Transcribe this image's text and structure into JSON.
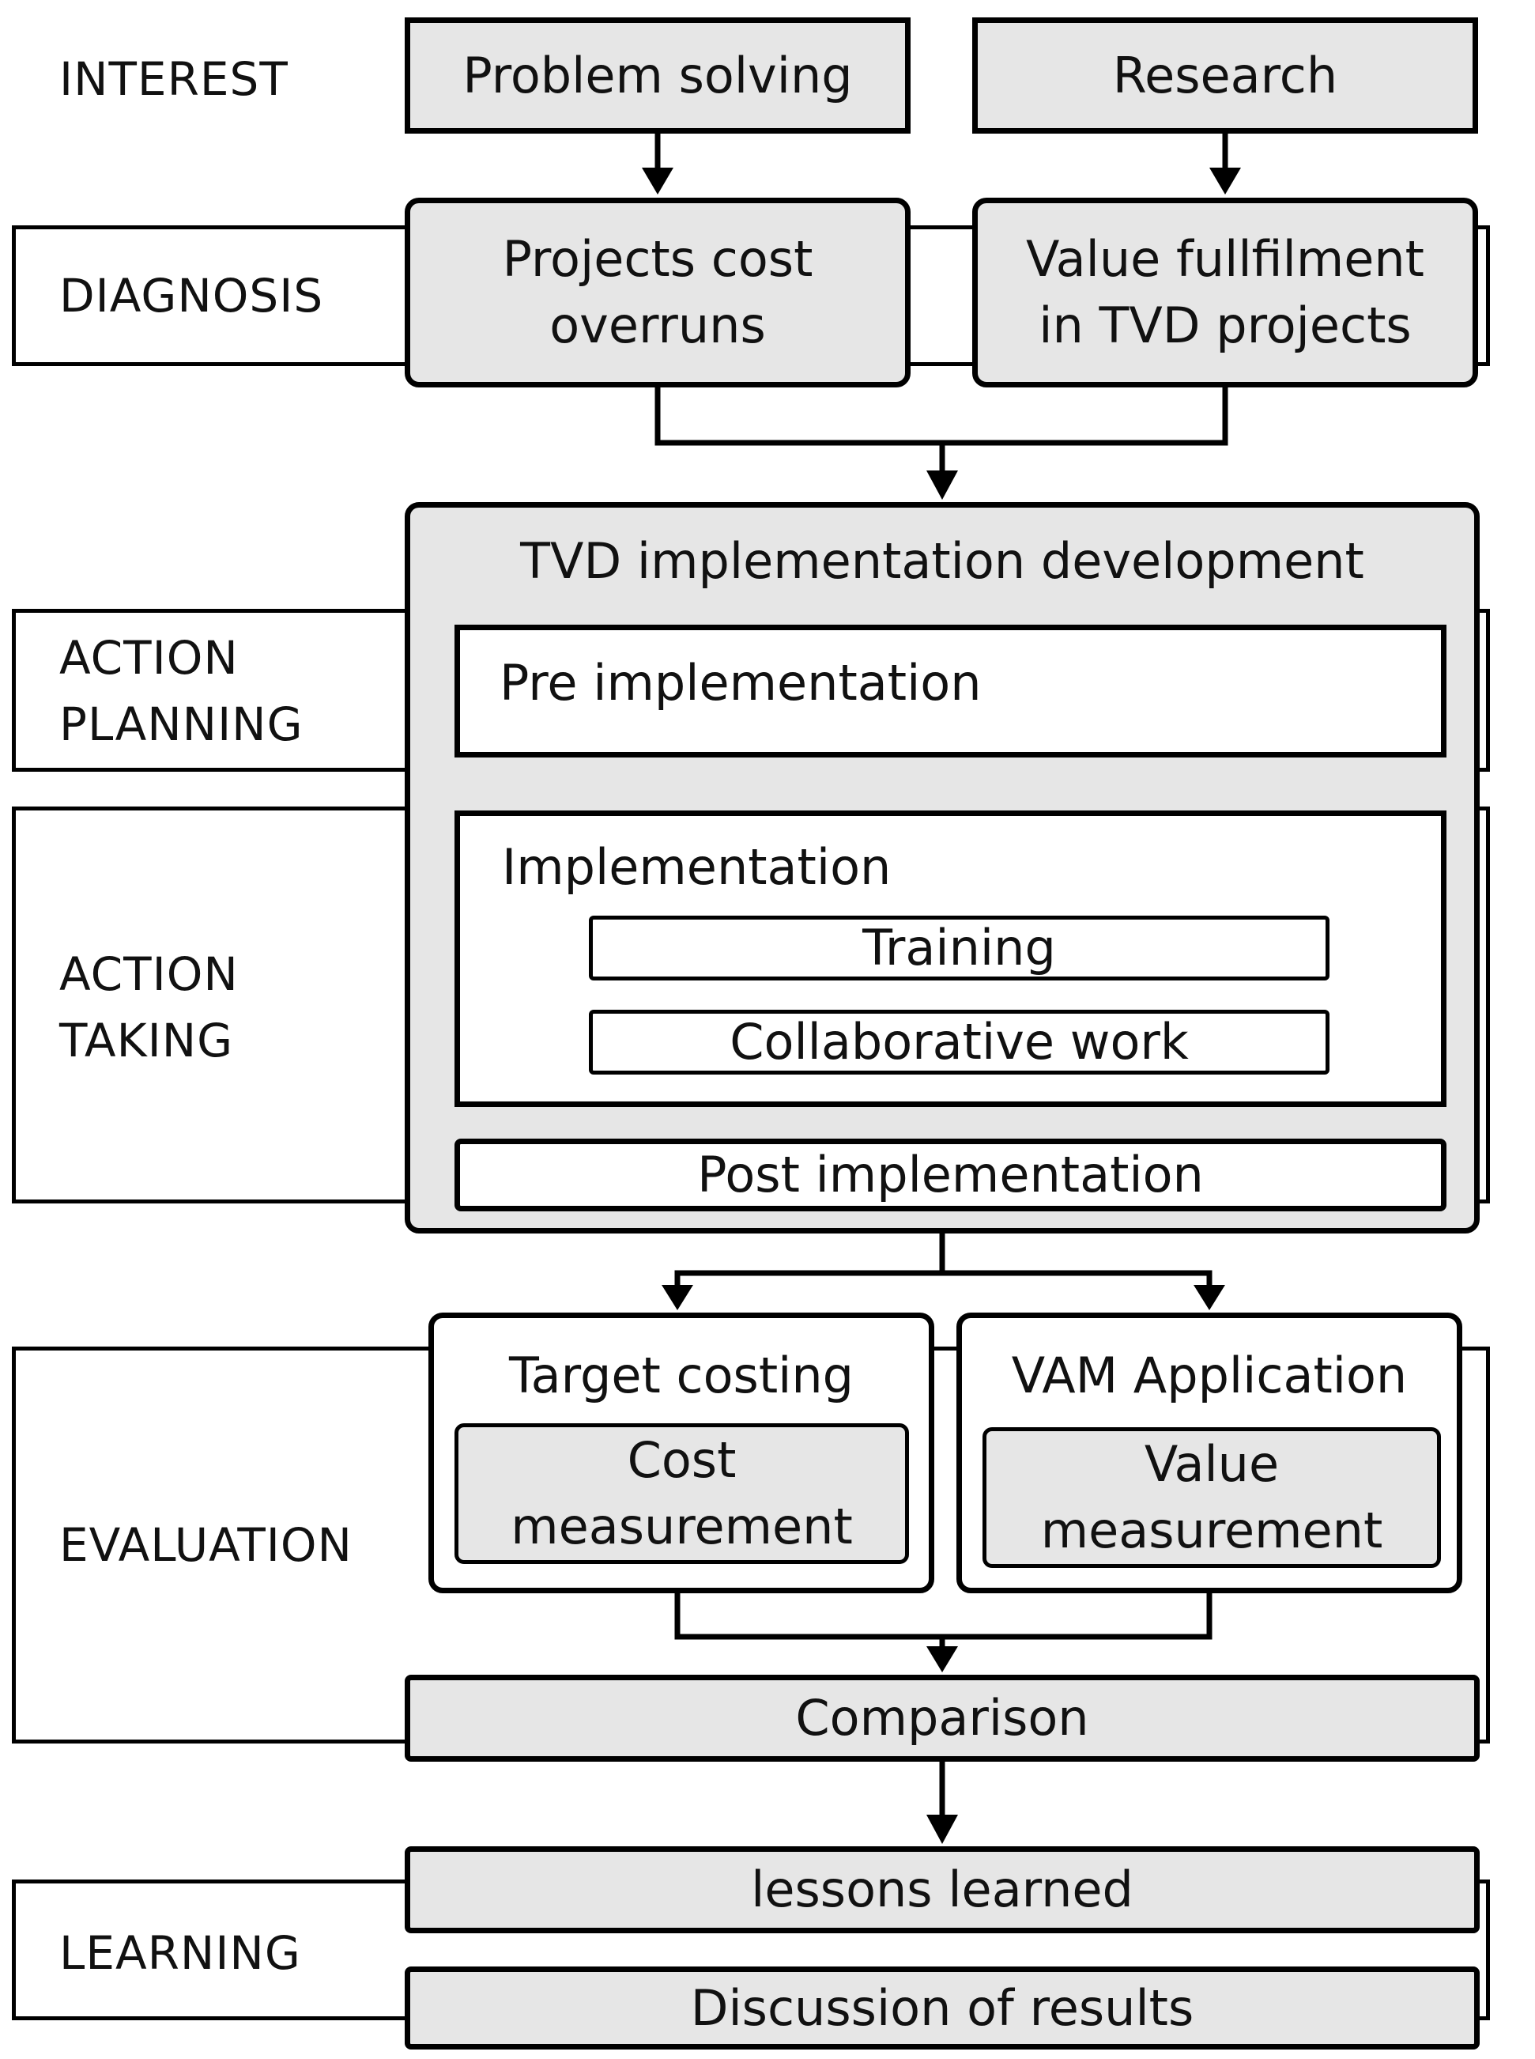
{
  "phases": {
    "interest": "INTEREST",
    "diagnosis": "DIAGNOSIS",
    "action_planning": "ACTION\nPLANNING",
    "action_taking": "ACTION\nTAKING",
    "evaluation": "EVALUATION",
    "learning": "LEARNING"
  },
  "nodes": {
    "problem_solving": "Problem solving",
    "research": "Research",
    "projects_cost_overruns": "Projects cost\noverruns",
    "value_fulfilment": "Value fullfilment\nin TVD projects",
    "tvd_development": "TVD implementation development",
    "pre_implementation": "Pre implementation",
    "implementation": "Implementation",
    "training": "Training",
    "collaborative_work": "Collaborative work",
    "post_implementation": "Post implementation",
    "target_costing": "Target costing",
    "cost_measurement": "Cost\nmeasurement",
    "vam_application": "VAM Application",
    "value_measurement": "Value\nmeasurement",
    "comparison": "Comparison",
    "lessons_learned": "lessons learned",
    "discussion_of_results": "Discussion of results"
  },
  "colors": {
    "box_fill": "#e6e6e6",
    "stroke": "#000000",
    "background": "#ffffff"
  }
}
